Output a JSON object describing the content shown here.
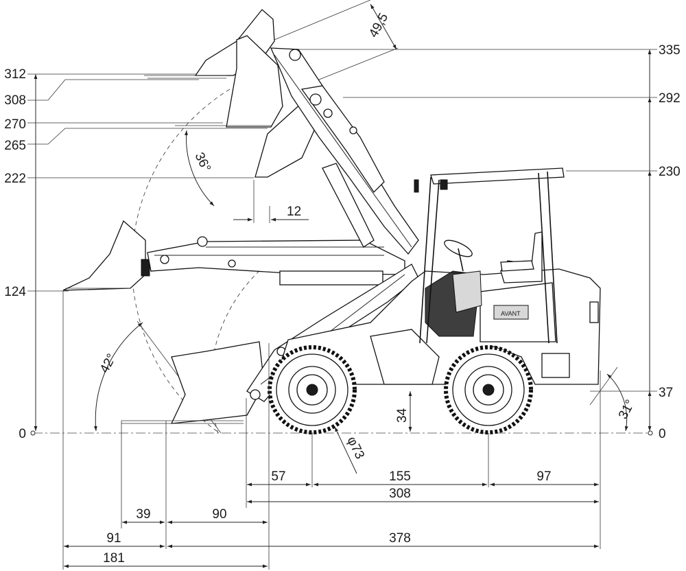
{
  "left_heights": [
    "312",
    "308",
    "270",
    "265",
    "222",
    "124",
    "0"
  ],
  "right_heights": [
    "335",
    "292",
    "230",
    "37",
    "0"
  ],
  "arm_top_dim": "49,5",
  "dump_offset": "12",
  "angles": {
    "upper_bucket": "36°",
    "ground_bucket": "42°",
    "rear_departure": "31°"
  },
  "tire_diameter": "φ73",
  "ground_clearance": "34",
  "horizontal": {
    "front_overhang": "57",
    "wheelbase": "155",
    "rear_overhang": "97",
    "body_length": "308",
    "reach_39": "39",
    "reach_90": "90",
    "reach_91": "91",
    "overall_378": "378",
    "total_181": "181"
  },
  "brand_label": "AVANT"
}
